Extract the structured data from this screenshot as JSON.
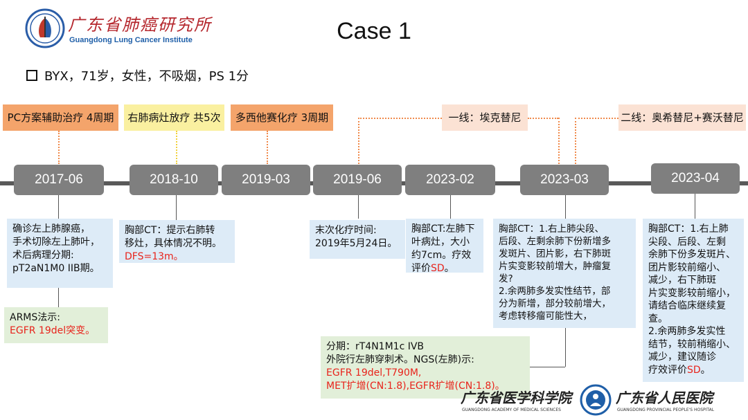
{
  "header": {
    "logo_cn": "广东省肺癌研究所",
    "logo_en": "Guangdong Lung Cancer Institute",
    "title": "Case 1",
    "patient": "BYX，71岁，女性，不吸烟，PS 1分"
  },
  "treatments": [
    {
      "label": "PC方案辅助治疗 4周期"
    },
    {
      "label": "右肺病灶放疗 共5次"
    },
    {
      "label": "多西他赛化疗 3周期"
    },
    {
      "label": "一线：埃克替尼"
    },
    {
      "label": "二线：奥希替尼+赛沃替尼"
    }
  ],
  "timeline": [
    "2017-06",
    "2018-10",
    "2019-03",
    "2019-06",
    "2023-02",
    "2023-03",
    "2023-04"
  ],
  "notes": {
    "n2017": [
      "确诊左上肺腺癌，",
      "手术切除左上肺叶，",
      "术后病理分期:",
      "pT2aN1M0 IIB期。"
    ],
    "arms_title": "ARMS法示:",
    "arms_result": "EGFR 19del突变。",
    "n2018_lines": [
      "胸部CT：提示右肺转",
      "移灶，具体情况不明。"
    ],
    "n2018_dfs": "DFS=13m。",
    "n2019_06": [
      "末次化疗时间:",
      "2019年5月24日。"
    ],
    "n2023_02_lines": [
      "胸部CT:左肺下",
      "叶病灶，大小",
      "约7cm。疗效"
    ],
    "n2023_02_eval": "评价",
    "n2023_02_sd": "SD",
    "n2023_02_end": "。",
    "n2023_03": [
      "胸部CT：1.右上肺尖段、",
      "后段、左剩余肺下份新增多",
      "发斑片、团片影，右下肺斑",
      "片实变影较前增大，肿瘤复",
      "发?",
      "2.余两肺多发实性结节，部",
      "分为新增，部分较前增大，",
      "考虑转移瘤可能性大，"
    ],
    "staging_lines": [
      "分期：rT4N1M1c IVB",
      "外院行左肺穿刺术。NGS(左肺)示:"
    ],
    "staging_red": [
      "EGFR 19del,T790M,",
      "MET扩增(CN:1.8),EGFR扩增(CN:1.8)。"
    ],
    "n2023_04": [
      "胸部CT：1.右上肺",
      "尖段、后段、左剩",
      "余肺下份多发斑片、",
      "团片影较前缩小、",
      "减少，右下肺斑",
      "片实变影较前缩小，",
      "请结合临床继续复",
      "查。",
      "2.余两肺多发实性",
      "结节，较前稍缩小、",
      "减少，建议随诊",
      "疗效评价"
    ],
    "n2023_04_sd": "SD",
    "n2023_04_end": "。"
  },
  "footer": {
    "academy_cn": "广东省医学科学院",
    "academy_en": "GUANGDONG ACADEMY OF MEDICAL SCIENCES",
    "hospital_cn": "广东省人民医院",
    "hospital_en": "GUANGDONG PROVINCIAL PEOPLE'S HOSPITAL"
  },
  "colors": {
    "orange": "#f4a46b",
    "yellow": "#faf0a0",
    "peach": "#fbe2d4",
    "red": "#e8231b",
    "node": "#7f7f7f"
  }
}
